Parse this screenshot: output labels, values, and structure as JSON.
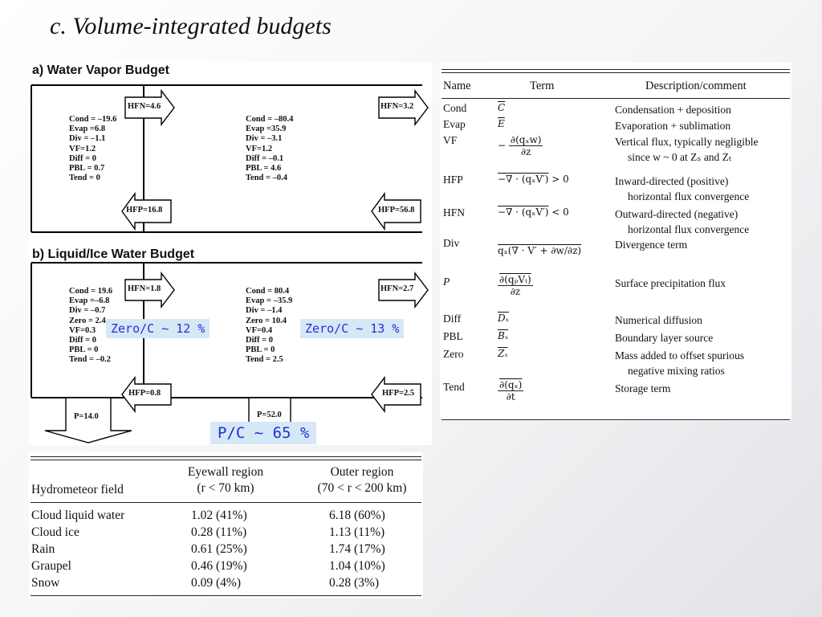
{
  "title": "c. Volume-integrated budgets",
  "water_vapor": {
    "title": "a) Water Vapor Budget",
    "eyewall": [
      "Cond = –19.6",
      "Evap =6.8",
      "Div = –1.1",
      "VF=1.2",
      "Diff = 0",
      "PBL = 0.7",
      "Tend = 0"
    ],
    "outer": [
      "Cond = –80.4",
      "Evap =35.9",
      "Div = –3.1",
      "VF=1.2",
      "Diff = –0.1",
      "PBL = 4.6",
      "Tend = –0.4"
    ],
    "hfn_inner": "HFN=4.6",
    "hfn_outer": "HFN=3.2",
    "hfp_inner": "HFP=16.8",
    "hfp_outer": "HFP=56.8"
  },
  "liquid_ice": {
    "title": "b) Liquid/Ice Water Budget",
    "eyewall": [
      "Cond = 19.6",
      "Evap =–6.8",
      "Div = –0.7",
      "Zero = 2.4",
      "VF=0.3",
      "Diff = 0",
      "PBL = 0",
      "Tend = –0.2"
    ],
    "outer": [
      "Cond = 80.4",
      "Evap = –35.9",
      "Div = –1.4",
      "Zero = 10.4",
      "VF=0.4",
      "Diff = 0",
      "PBL = 0",
      "Tend = 2.5"
    ],
    "hfn_inner": "HFN=1.8",
    "hfn_outer": "HFN=2.7",
    "hfp_inner": "HFP=0.8",
    "hfp_outer": "HFP=2.5",
    "p_inner": "P=14.0",
    "p_outer": "P=52.0"
  },
  "annotations": {
    "zero_inner": "Zero/C ~ 12 %",
    "zero_outer": "Zero/C ~ 13 %",
    "p_ratio": "P/C ~ 65 %"
  },
  "glossary": {
    "headers": [
      "Name",
      "Term",
      "Description/comment"
    ],
    "rows": [
      {
        "name": "Cond",
        "desc1": "Condensation + deposition",
        "desc2": ""
      },
      {
        "name": "Evap",
        "desc1": "Evaporation + sublimation",
        "desc2": ""
      },
      {
        "name": "VF",
        "desc1": "Vertical flux, typically negligible",
        "desc2": "since w ~ 0 at Zₛ and Zₜ"
      },
      {
        "name": "HFP",
        "desc1": "Inward-directed (positive)",
        "desc2": "horizontal flux convergence"
      },
      {
        "name": "HFN",
        "desc1": "Outward-directed (negative)",
        "desc2": "horizontal flux convergence"
      },
      {
        "name": "Div",
        "desc1": "Divergence term",
        "desc2": ""
      },
      {
        "name": "P",
        "desc1": "Surface precipitation flux",
        "desc2": ""
      },
      {
        "name": "Diff",
        "desc1": "Numerical diffusion",
        "desc2": ""
      },
      {
        "name": "PBL",
        "desc1": "Boundary layer source",
        "desc2": ""
      },
      {
        "name": "Zero",
        "desc1": "Mass added to offset spurious",
        "desc2": "negative mixing ratios"
      },
      {
        "name": "Tend",
        "desc1": "Storage term",
        "desc2": ""
      }
    ],
    "terms": {
      "cond": "C",
      "evap": "E",
      "vf_num": "∂(qₓw)",
      "vf_den": "∂z",
      "hfp": "−∇ · (qₓV′)",
      "hfp_suffix": "> 0",
      "hfn": "−∇ · (qₓV′)",
      "hfn_suffix": "< 0",
      "div": "qₓ(∇ · V′ + ∂w/∂z)",
      "p_num": "∂(qₚVₜ)",
      "p_den": "∂z",
      "diff": "Dₓ",
      "pbl": "Bₓ",
      "zero": "Zₓ",
      "tend_num": "∂(qₓ)",
      "tend_den": "∂t"
    }
  },
  "hydrometeor": {
    "headers": {
      "field": "Hydrometeor field",
      "eyewall_1": "Eyewall region",
      "eyewall_2": "(r < 70 km)",
      "outer_1": "Outer region",
      "outer_2": "(70 < r < 200 km)"
    },
    "rows": [
      {
        "field": "Cloud liquid water",
        "eyewall": "1.02 (41%)",
        "outer": "6.18 (60%)"
      },
      {
        "field": "Cloud ice",
        "eyewall": "0.28 (11%)",
        "outer": "1.13 (11%)"
      },
      {
        "field": "Rain",
        "eyewall": "0.61 (25%)",
        "outer": "1.74 (17%)"
      },
      {
        "field": "Graupel",
        "eyewall": "0.46 (19%)",
        "outer": "1.04 (10%)"
      },
      {
        "field": "Snow",
        "eyewall": "0.09 (4%)",
        "outer": "0.28 (3%)"
      }
    ]
  }
}
